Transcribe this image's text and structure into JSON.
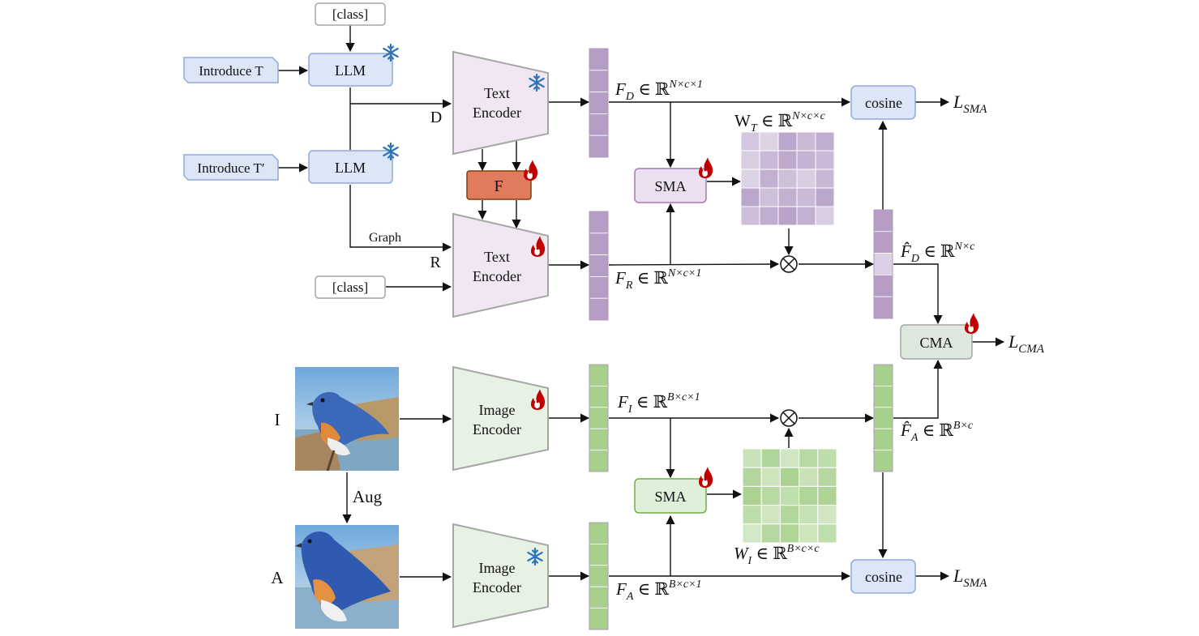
{
  "inputs": {
    "class_top": "[class]",
    "class_bottom": "[class]",
    "introduce_t": "Introduce T",
    "introduce_t_prime": "Introduce T′",
    "image_label_i": "I",
    "image_label_a": "A",
    "aug_label": "Aug"
  },
  "modules": {
    "llm_1": "LLM",
    "llm_2": "LLM",
    "text_encoder_1": [
      "Text",
      "Encoder"
    ],
    "text_encoder_2": [
      "Text",
      "Encoder"
    ],
    "image_encoder_1": [
      "Image",
      "Encoder"
    ],
    "image_encoder_2": [
      "Image",
      "Encoder"
    ],
    "fusion": "F",
    "sma_text": "SMA",
    "sma_image": "SMA",
    "cma": "CMA",
    "cosine_top": "cosine",
    "cosine_bottom": "cosine"
  },
  "edges": {
    "d": "D",
    "r": "R",
    "graph": "Graph"
  },
  "features": {
    "f_d": {
      "main": "F",
      "sub": "D",
      "tail": " ∈ ℝ",
      "sup": "N×c×1"
    },
    "f_r": {
      "main": "F",
      "sub": "R",
      "tail": " ∈ ℝ",
      "sup": "N×c×1"
    },
    "f_i": {
      "main": "F",
      "sub": "I",
      "tail": " ∈ ℝ",
      "sup": "B×c×1"
    },
    "f_a": {
      "main": "F",
      "sub": "A",
      "tail": " ∈ ℝ",
      "sup": "B×c×1"
    },
    "w_t": {
      "main": "W",
      "sub": "T",
      "tail": " ∈ ℝ",
      "sup": "N×c×c"
    },
    "w_i": {
      "main": "W",
      "sub": "I",
      "tail": " ∈ ℝ",
      "sup": "B×c×c"
    },
    "fhat_d": {
      "main": "F̂",
      "sub": "D",
      "tail": " ∈ ℝ",
      "sup": "N×c"
    },
    "fhat_a": {
      "main": "F̂",
      "sub": "A",
      "tail": " ∈ ℝ",
      "sup": "B×c"
    }
  },
  "losses": {
    "l_sma_top": {
      "main": "L",
      "sub": "SMA"
    },
    "l_cma": {
      "main": "L",
      "sub": "CMA"
    },
    "l_sma_bottom": {
      "main": "L",
      "sub": "SMA"
    }
  },
  "icons": {
    "frozen": "snowflake-icon",
    "trainable": "flame-icon"
  },
  "colors": {
    "text_encoder_fill": "#f0e7f3",
    "image_encoder_fill": "#e7f2e4",
    "llm_fill": "#dce6f7",
    "llm_stroke": "#8eaadb",
    "fusion_fill": "#e07b5e",
    "sma_text_fill": "#ece0f0",
    "sma_image_fill": "#dff0da",
    "cma_fill": "#dfe8df",
    "purple_cell": "#b59dc6",
    "green_cell": "#a8d08d",
    "snowflake": "#2e75b6",
    "flame": "#c00000"
  },
  "matrices": {
    "w_t_shades": [
      [
        0.35,
        0.15,
        0.85,
        0.55,
        0.75
      ],
      [
        0.25,
        0.55,
        0.8,
        0.65,
        0.55
      ],
      [
        0.15,
        0.7,
        0.45,
        0.25,
        0.6
      ],
      [
        0.85,
        0.45,
        0.7,
        0.55,
        0.85
      ],
      [
        0.5,
        0.75,
        0.9,
        0.7,
        0.25
      ]
    ],
    "w_i_shades": [
      [
        0.4,
        0.85,
        0.3,
        0.7,
        0.6
      ],
      [
        0.8,
        0.35,
        0.95,
        0.4,
        0.75
      ],
      [
        0.95,
        0.7,
        0.55,
        0.85,
        0.9
      ],
      [
        0.6,
        0.3,
        0.8,
        0.45,
        0.3
      ],
      [
        0.25,
        0.75,
        0.85,
        0.35,
        0.55
      ]
    ]
  }
}
